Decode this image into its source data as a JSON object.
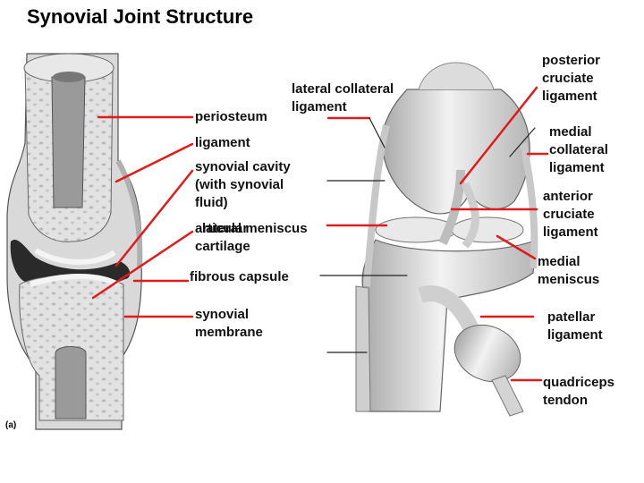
{
  "title": "Synovial Joint Structure",
  "figure_label": "(a)",
  "labels": {
    "periosteum": "periosteum",
    "ligament": "ligament",
    "synovial_cavity": [
      "synovial cavity",
      "(with synovial",
      "fluid)"
    ],
    "articular_cartilage": [
      "articular",
      "cartilage"
    ],
    "lateral_meniscus": "lateral meniscus",
    "fibrous_capsule": "fibrous capsule",
    "synovial_membrane": [
      "synovial",
      "membrane"
    ],
    "lateral_collateral_ligament": [
      "lateral collateral",
      "ligament"
    ],
    "posterior_cruciate_ligament": [
      "posterior",
      "cruciate",
      "ligament"
    ],
    "medial_collateral_ligament": [
      "medial",
      "collateral",
      "ligament"
    ],
    "anterior_cruciate_ligament": [
      "anterior",
      "cruciate",
      "ligament"
    ],
    "medial_meniscus": [
      "medial",
      "meniscus"
    ],
    "patellar_ligament": [
      "patellar",
      "ligament"
    ],
    "quadriceps_tendon": [
      "quadriceps",
      "tendon"
    ]
  },
  "colors": {
    "leader_red": "#e01b1b",
    "leader_black": "#222222",
    "bone": "#cfcfcf",
    "marrow": "#9a9a9a"
  }
}
